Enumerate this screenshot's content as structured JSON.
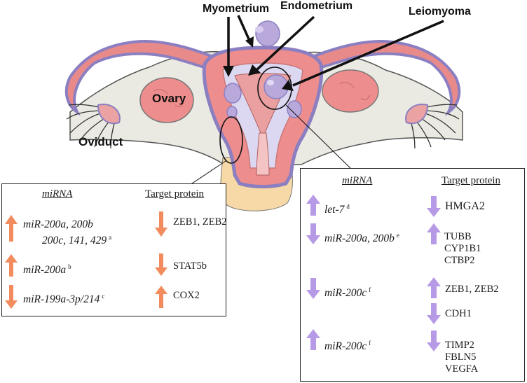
{
  "colors": {
    "uterine_wall": "#ee8d8d",
    "outline_lavender": "#9b8ec9",
    "inner_lavender": "#dcd8f2",
    "leiomyoma": "#b9a9db",
    "ovary": "#ee8d8d",
    "cervix_yellow": "#f6d9a6",
    "broad_ligament": "#eaeae2",
    "orange_arrow": "#f28b5e",
    "purple_arrow": "#b79ae6"
  },
  "labels": {
    "myometrium": "Myometrium",
    "endometrium": "Endometrium",
    "leiomyoma": "Leiomyoma",
    "ovary": "Ovary",
    "oviduct": "Oviduct"
  },
  "left_panel": {
    "mirna_header": "miRNA",
    "target_header": "Target protein",
    "rows": [
      {
        "mirna_line1": "miR-200a, 200b",
        "mirna_line2": "200c, 141, 429",
        "note": "a",
        "mirna_dir": "up",
        "target_dir": "down",
        "targets": [
          "ZEB1, ZEB2"
        ]
      },
      {
        "mirna_line1": "miR-200a",
        "note": "b",
        "mirna_dir": "up",
        "target_dir": "down",
        "targets": [
          "STAT5b"
        ]
      },
      {
        "mirna_line1": "miR-199a-3p/214",
        "note": "c",
        "mirna_dir": "down",
        "target_dir": "up",
        "targets": [
          "COX2"
        ]
      }
    ]
  },
  "right_panel": {
    "mirna_header": "miRNA",
    "target_header": "Target protein",
    "rows": [
      {
        "mirna": "let-7",
        "note": "d",
        "mirna_dir": "up",
        "target_dir": "down",
        "targets": [
          "HMGA2"
        ]
      },
      {
        "mirna": "miR-200a, 200b",
        "note": "e",
        "mirna_dir": "down",
        "target_dir": "up",
        "targets": [
          "TUBB",
          "CYP1B1",
          "CTBP2"
        ]
      },
      {
        "mirna": "miR-200c",
        "note": "f",
        "mirna_dir": "down",
        "target_dir": "up",
        "targets": [
          "ZEB1, ZEB2"
        ],
        "target_dir_2": "down",
        "targets_2": [
          "CDH1"
        ]
      },
      {
        "mirna": "miR-200c",
        "note": "f",
        "mirna_dir": "up",
        "target_dir": "down",
        "targets": [
          "TIMP2",
          "FBLN5",
          "VEGFA"
        ]
      }
    ]
  }
}
